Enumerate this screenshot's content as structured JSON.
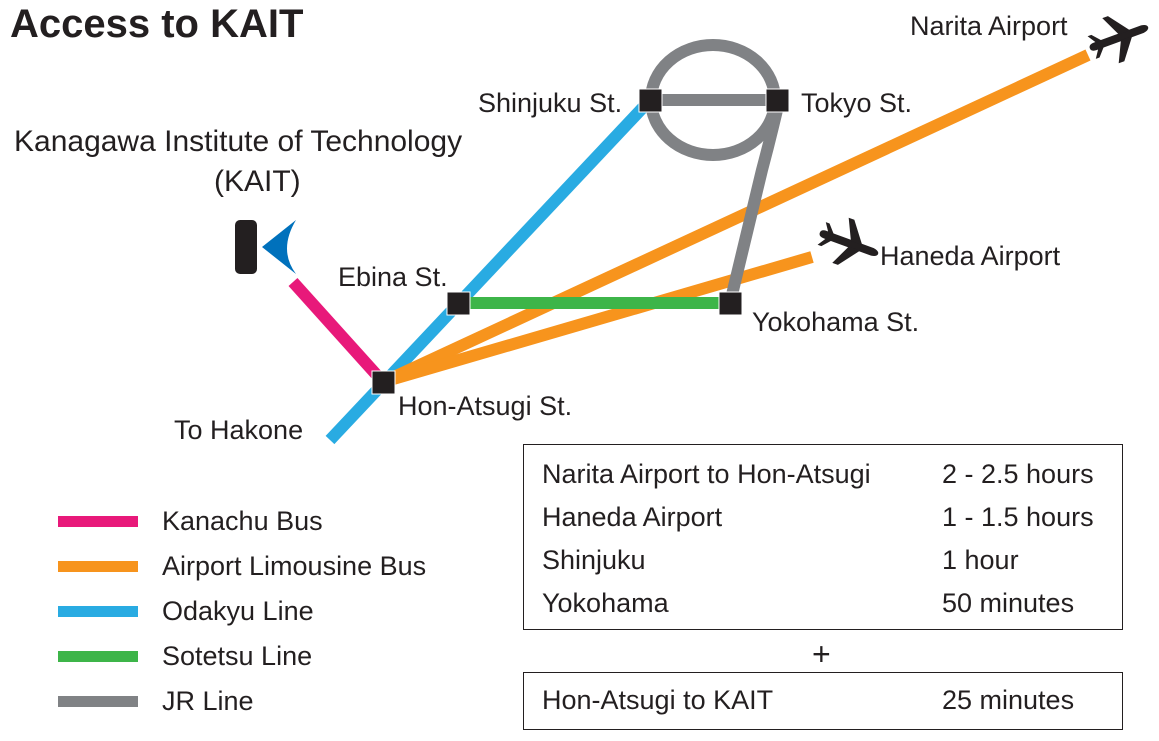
{
  "title": "Access to KAIT",
  "kait": {
    "name": "Kanagawa Institute of Technology",
    "abbr": "(KAIT)"
  },
  "stations": {
    "shinjuku": "Shinjuku St.",
    "tokyo": "Tokyo St.",
    "ebina": "Ebina St.",
    "yokohama": "Yokohama St.",
    "honatsugi": "Hon-Atsugi St.",
    "hakone": "To Hakone"
  },
  "airports": {
    "narita": "Narita Airport",
    "haneda": "Haneda Airport"
  },
  "legend": [
    {
      "label": "Kanachu Bus",
      "color": "#e8197a"
    },
    {
      "label": "Airport Limousine Bus",
      "color": "#f7941d"
    },
    {
      "label": "Odakyu Line",
      "color": "#29abe2"
    },
    {
      "label": "Sotetsu Line",
      "color": "#3db549"
    },
    {
      "label": "JR Line",
      "color": "#808285"
    }
  ],
  "times": [
    {
      "from": "Narita Airport to  Hon-Atsugi",
      "time": "2 - 2.5 hours"
    },
    {
      "from": "Haneda Airport",
      "time": "1 - 1.5 hours"
    },
    {
      "from": "Shinjuku",
      "time": "1 hour"
    },
    {
      "from": "Yokohama",
      "time": "50 minutes"
    }
  ],
  "plus": "+",
  "final": {
    "from": "Hon-Atsugi  to  KAIT",
    "time": "25 minutes"
  }
}
